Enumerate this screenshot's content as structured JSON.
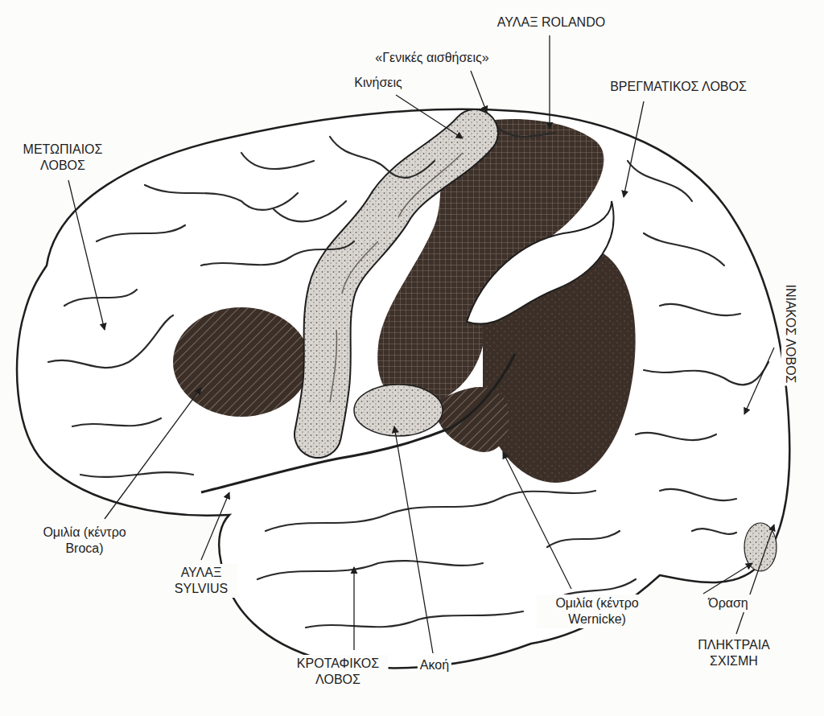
{
  "diagram": {
    "labels": [
      "ΑΥΛΑΞ ROLANDO",
      "«Γενικές αισθήσεις»",
      "Κινήσεις",
      "ΒΡΕΓΜΑΤΙΚΟΣ ΛΟΒΟΣ",
      "ΜΕΤΩΠΙΑΙΟΣ ΛΟΒΟΣ",
      "ΙΝΙΑΚΟΣ ΛΟΒΟΣ",
      "Ομιλία (κέντρο Broca)",
      "ΑΥΛΑΞ SYLVIUS",
      "ΚΡΟΤΑΦΙΚΟΣ ΛΟΒΟΣ",
      "Ακοή",
      "Ομιλία (κέντρο Wernicke)",
      "Όραση",
      "ΠΛΗΚΤΡΑΙΑ ΣΧΙΣΜΗ"
    ]
  }
}
